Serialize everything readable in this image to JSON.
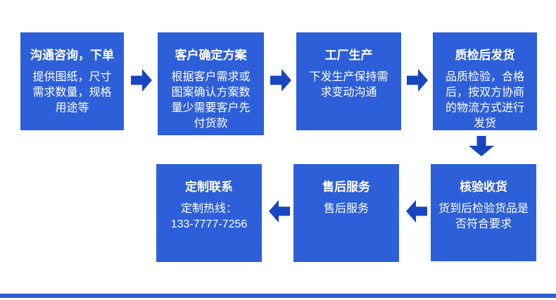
{
  "colors": {
    "box_fill": "#2d5fd9",
    "arrow_fill": "#1746c0",
    "text": "#ffffff",
    "bottom_bar": "#2e5fd6",
    "background": "#ffffff"
  },
  "flow": {
    "top_row": [
      {
        "title": "沟通咨询，下单",
        "body": "提供图纸，尺寸\n需求数量，规格\n用途等"
      },
      {
        "title": "客户确定方案",
        "body": "根据客户需求或\n图案确认方案数\n量少需要客户先\n付货款"
      },
      {
        "title": "工厂生产",
        "body": "下发生产保持需\n求变动沟通"
      },
      {
        "title": "质检后发货",
        "body": "品质检验，合格\n后，按双方协商\n的物流方式进行\n发货"
      }
    ],
    "bottom_row": [
      {
        "title": "核验收货",
        "body": "货到后检验货品是\n否符合要求"
      },
      {
        "title": "售后服务",
        "body": "售后服务"
      },
      {
        "title": "定制联系",
        "body": "定制热线：\n133-7777-7256"
      }
    ],
    "phone_number": "133-7777-7256"
  }
}
